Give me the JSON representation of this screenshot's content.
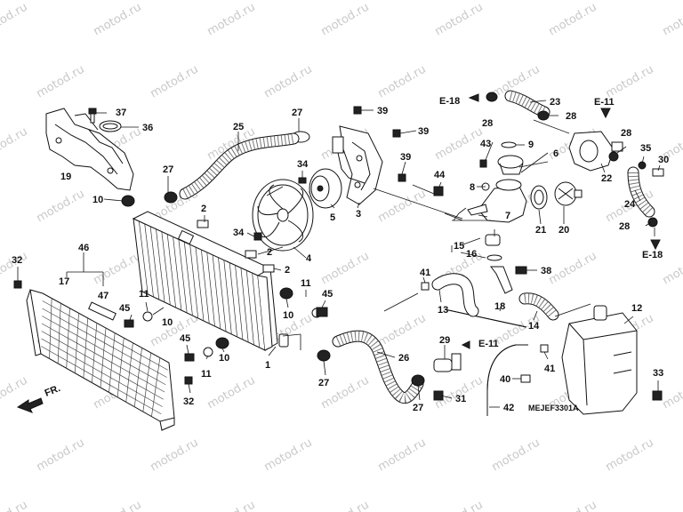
{
  "watermark": "motod.ru",
  "diagram_code": "MEJEF3301A",
  "direction_marker": "FR.",
  "references": {
    "e18": "E-18",
    "e11": "E-11"
  },
  "labels": {
    "p1": "1",
    "p2": "2",
    "p3": "3",
    "p4": "4",
    "p5": "5",
    "p6": "6",
    "p7": "7",
    "p8": "8",
    "p9": "9",
    "p10": "10",
    "p11": "11",
    "p12": "12",
    "p13": "13",
    "p14": "14",
    "p15": "15",
    "p16": "16",
    "p17": "17",
    "p18": "18",
    "p19": "19",
    "p20": "20",
    "p21": "21",
    "p22": "22",
    "p23": "23",
    "p24": "24",
    "p25": "25",
    "p26": "26",
    "p27": "27",
    "p28": "28",
    "p29": "29",
    "p30": "30",
    "p31": "31",
    "p32": "32",
    "p33": "33",
    "p34": "34",
    "p35": "35",
    "p36": "36",
    "p37": "37",
    "p38": "38",
    "p39": "39",
    "p40": "40",
    "p41": "41",
    "p42": "42",
    "p43": "43",
    "p44": "44",
    "p45": "45",
    "p46": "46",
    "p47": "47"
  }
}
